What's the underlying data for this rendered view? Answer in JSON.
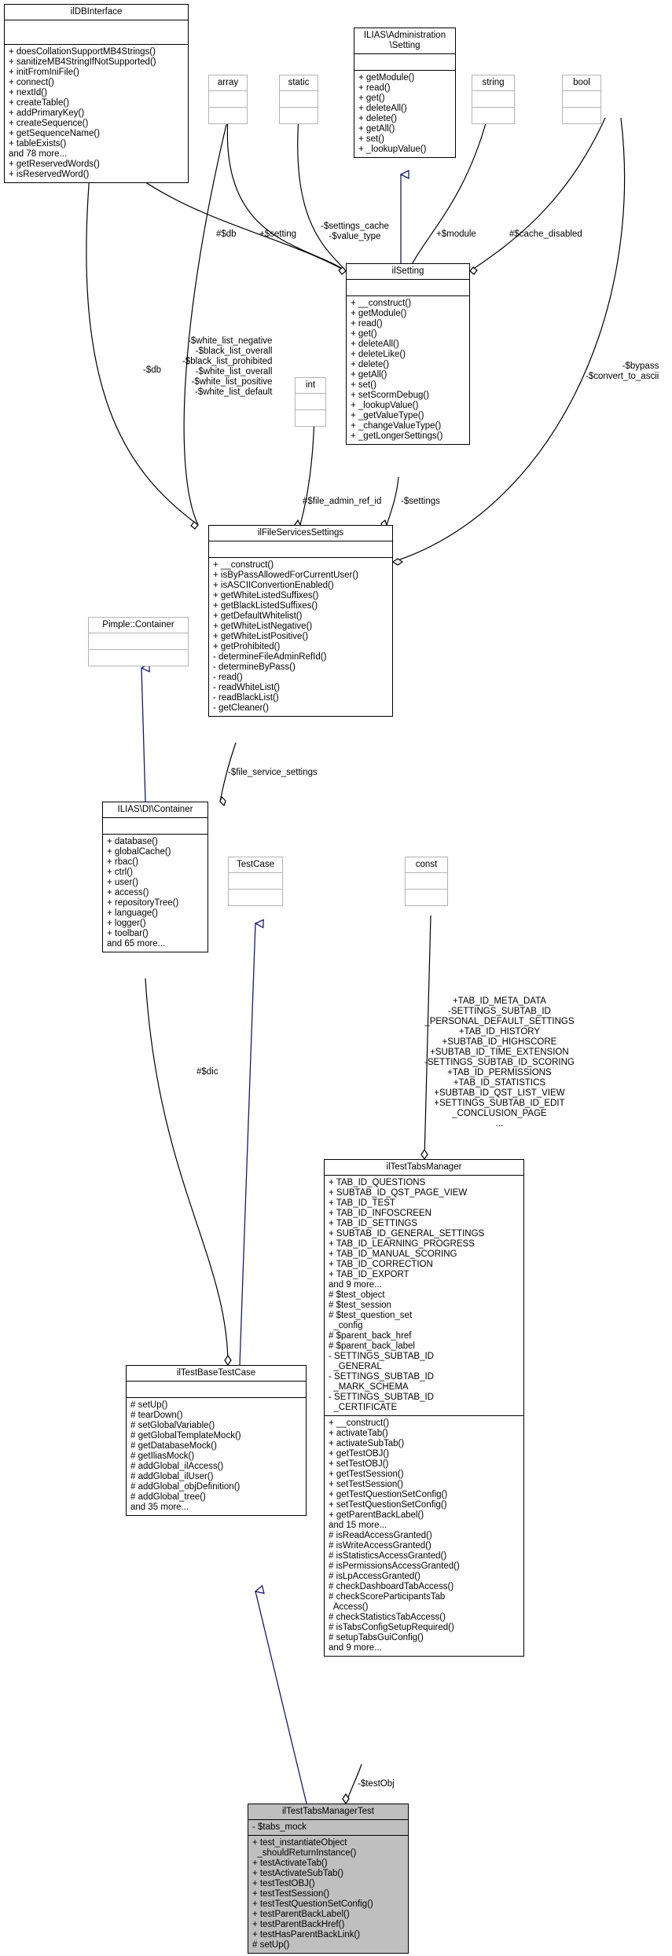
{
  "classes": {
    "ildbinterface": {
      "title": "ilDBInterface",
      "attributes": [],
      "methods": [
        "+ doesCollationSupportMB4Strings()",
        "+ sanitizeMB4StringIfNotSupported()",
        "+ initFromIniFile()",
        "+ connect()",
        "+ nextId()",
        "+ createTable()",
        "+ addPrimaryKey()",
        "+ createSequence()",
        "+ getSequenceName()",
        "+ tableExists()",
        "and 78 more...",
        "+ getReservedWords()",
        "+ isReservedWord()"
      ]
    },
    "array": {
      "title": "array"
    },
    "static": {
      "title": "static"
    },
    "admin_setting": {
      "title": "ILIAS\\Administration\n\\Setting",
      "attributes": [],
      "methods": [
        "+ getModule()",
        "+ read()",
        "+ get()",
        "+ deleteAll()",
        "+ delete()",
        "+ getAll()",
        "+ set()",
        "+ _lookupValue()"
      ]
    },
    "string": {
      "title": "string"
    },
    "bool": {
      "title": "bool"
    },
    "ilsetting": {
      "title": "ilSetting",
      "attributes": [],
      "methods": [
        "+ __construct()",
        "+ getModule()",
        "+ read()",
        "+ get()",
        "+ deleteAll()",
        "+ deleteLike()",
        "+ delete()",
        "+ getAll()",
        "+ set()",
        "+ setScormDebug()",
        "+ _lookupValue()",
        "+ _getValueType()",
        "+ _changeValueType()",
        "+ _getLongerSettings()"
      ]
    },
    "int": {
      "title": "int"
    },
    "filesettings": {
      "title": "ilFileServicesSettings",
      "attributes": [],
      "methods": [
        "+ __construct()",
        "+ isByPassAllowedForCurrentUser()",
        "+ isASCIIConvertionEnabled()",
        "+ getWhiteListedSuffixes()",
        "+ getBlackListedSuffixes()",
        "+ getDefaultWhitelist()",
        "+ getWhiteListNegative()",
        "+ getWhiteListPositive()",
        "+ getProhibited()",
        "- determineFileAdminRefId()",
        "- determineByPass()",
        "- read()",
        "- readWhiteList()",
        "- readBlackList()",
        "- getCleaner()"
      ]
    },
    "pimple": {
      "title": "Pimple::Container"
    },
    "container": {
      "title": "ILIAS\\DI\\Container",
      "attributes": [],
      "methods": [
        "+ database()",
        "+ globalCache()",
        "+ rbac()",
        "+ ctrl()",
        "+ user()",
        "+ access()",
        "+ repositoryTree()",
        "+ language()",
        "+ logger()",
        "+ toolbar()",
        "and 65 more..."
      ]
    },
    "testcase": {
      "title": "TestCase"
    },
    "const": {
      "title": "const"
    },
    "tabsmanager": {
      "title": "ilTestTabsManager",
      "attributes": [
        "+ TAB_ID_QUESTIONS",
        "+ SUBTAB_ID_QST_PAGE_VIEW",
        "+ TAB_ID_TEST",
        "+ TAB_ID_INFOSCREEN",
        "+ TAB_ID_SETTINGS",
        "+ SUBTAB_ID_GENERAL_SETTINGS",
        "+ TAB_ID_LEARNING_PROGRESS",
        "+ TAB_ID_MANUAL_SCORING",
        "+ TAB_ID_CORRECTION",
        "+ TAB_ID_EXPORT",
        "and 9 more...",
        "# $test_object",
        "# $test_session",
        "# $test_question_set",
        "  _config",
        "# $parent_back_href",
        "# $parent_back_label",
        "- SETTINGS_SUBTAB_ID",
        "  _GENERAL",
        "- SETTINGS_SUBTAB_ID",
        "  _MARK_SCHEMA",
        "- SETTINGS_SUBTAB_ID",
        "  _CERTIFICATE"
      ],
      "methods": [
        "+ __construct()",
        "+ activateTab()",
        "+ activateSubTab()",
        "+ getTestOBJ()",
        "+ setTestOBJ()",
        "+ getTestSession()",
        "+ setTestSession()",
        "+ getTestQuestionSetConfig()",
        "+ setTestQuestionSetConfig()",
        "+ getParentBackLabel()",
        "and 15 more...",
        "# isReadAccessGranted()",
        "# isWriteAccessGranted()",
        "# isStatisticsAccessGranted()",
        "# isPermissionsAccessGranted()",
        "# isLpAccessGranted()",
        "# checkDashboardTabAccess()",
        "# checkScoreParticipantsTab",
        "  Access()",
        "# checkStatisticsTabAccess()",
        "# isTabsConfigSetupRequired()",
        "# setupTabsGuiConfig()",
        "and 9 more..."
      ]
    },
    "basetestcase": {
      "title": "ilTestBaseTestCase",
      "attributes": [],
      "methods": [
        "# setUp()",
        "# tearDown()",
        "# setGlobalVariable()",
        "# getGlobalTemplateMock()",
        "# getDatabaseMock()",
        "# getIliasMock()",
        "# addGlobal_ilAccess()",
        "# addGlobal_ilUser()",
        "# addGlobal_objDefinition()",
        "# addGlobal_tree()",
        "and 35 more..."
      ]
    },
    "tabsmanagertest": {
      "title": "ilTestTabsManagerTest",
      "attributes": [
        "- $tabs_mock"
      ],
      "methods": [
        "+ test_instantiateObject",
        "  _shouldReturnInstance()",
        "+ testActivateTab()",
        "+ testActivateSubTab()",
        "+ testTestOBJ()",
        "+ testTestSession()",
        "+ testTestQuestionSetConfig()",
        "+ testParentBackLabel()",
        "+ testParentBackHref()",
        "+ testHasParentBackLink()",
        "# setUp()"
      ]
    }
  },
  "edge_labels": {
    "db1": "#$db",
    "setting": "+$setting",
    "settings_cache": "-$settings_cache\n-$value_type",
    "module": "+$module",
    "cache_disabled": "#$cache_disabled",
    "db2": "-$db",
    "white_list": "-$white_list_negative\n-$black_list_overall\n-$black_list_prohibited\n-$white_list_overall\n-$white_list_positive\n-$white_list_default",
    "bypass": "-$bypass\n-$convert_to_ascii",
    "file_admin": "#$file_admin_ref_id",
    "settings": "-$settings",
    "file_service_settings": "-$file_service_settings",
    "dic": "#$dic",
    "const_labels": "+TAB_ID_META_DATA\n-SETTINGS_SUBTAB_ID\n_PERSONAL_DEFAULT_SETTINGS\n+TAB_ID_HISTORY\n+SUBTAB_ID_HIGHSCORE\n+SUBTAB_ID_TIME_EXTENSION\n-SETTINGS_SUBTAB_ID_SCORING\n+TAB_ID_PERMISSIONS\n+TAB_ID_STATISTICS\n+SUBTAB_ID_QST_LIST_VIEW\n+SETTINGS_SUBTAB_ID_EDIT\n_CONCLUSION_PAGE\n...",
    "testobj": "-$testObj"
  }
}
